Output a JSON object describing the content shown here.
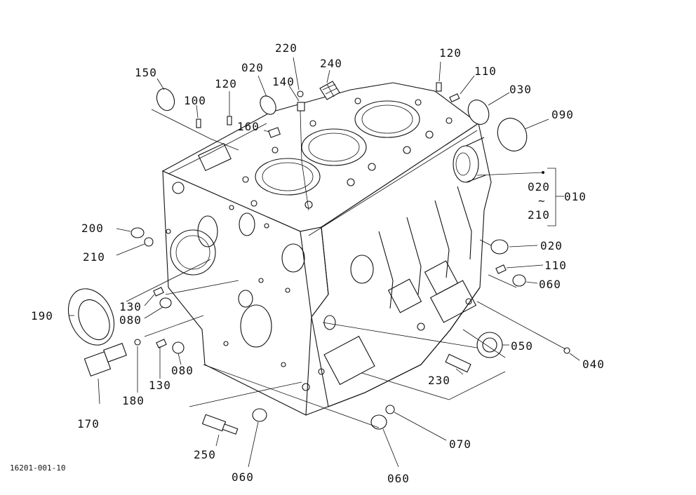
{
  "figure": {
    "code": "16201-001-10",
    "labels": {
      "p010": "010",
      "p020_top": "020",
      "p020_side": "020",
      "p020_bracket": "020",
      "p030": "030",
      "p040": "040",
      "p050": "050",
      "p060_right": "060",
      "p060_bottom_left": "060",
      "p060_bottom_right": "060",
      "p070": "070",
      "p080_upper": "080",
      "p080_lower": "080",
      "p090": "090",
      "p100": "100",
      "p110_top": "110",
      "p110_side": "110",
      "p120_left": "120",
      "p120_right": "120",
      "p130_upper": "130",
      "p130_lower": "130",
      "p140": "140",
      "p150": "150",
      "p160": "160",
      "p170": "170",
      "p180": "180",
      "p190": "190",
      "p200": "200",
      "p210_left": "210",
      "p210_bracket": "210",
      "p220": "220",
      "p230": "230",
      "p240": "240",
      "p250": "250",
      "tilde": "~"
    }
  }
}
